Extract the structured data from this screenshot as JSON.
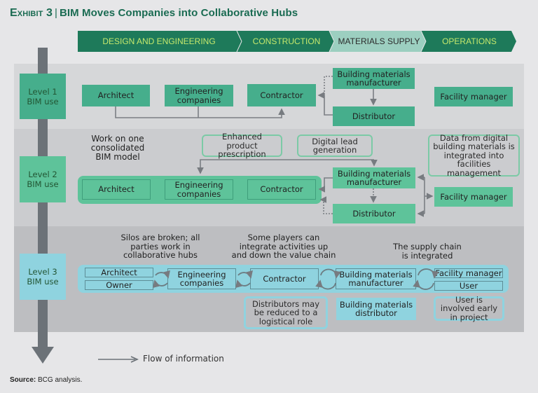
{
  "title": {
    "exhibit": "Exhibit 3",
    "separator": "|",
    "text": "BIM Moves Companies into Collaborative Hubs"
  },
  "phases": [
    {
      "label": "DESIGN AND ENGINEERING",
      "color": "#1e7a5a"
    },
    {
      "label": "CONSTRUCTION",
      "color": "#1e7a5a"
    },
    {
      "label": "MATERIALS SUPPLY",
      "color": "#9ccfc0"
    },
    {
      "label": "OPERATIONS",
      "color": "#1e7a5a"
    }
  ],
  "level1": {
    "label": "Level 1\nBIM use",
    "architect": "Architect",
    "engineering": "Engineering companies",
    "contractor": "Contractor",
    "manufacturer": "Building materials manufacturer",
    "distributor": "Distributor",
    "facility": "Facility manager"
  },
  "level2": {
    "label": "Level 2\nBIM use",
    "caption": "Work on one consolidated BIM model",
    "note_prescription": "Enhanced product prescription",
    "note_lead": "Digital lead generation",
    "note_data": "Data from digital building materials is integrated into facilities management",
    "architect": "Architect",
    "engineering": "Engineering companies",
    "contractor": "Contractor",
    "manufacturer": "Building materials manufacturer",
    "distributor": "Distributor",
    "facility": "Facility manager"
  },
  "level3": {
    "label": "Level 3\nBIM use",
    "caption_silos": "Silos are broken; all parties work in collaborative hubs",
    "caption_players": "Some players can integrate activities up and down the value chain",
    "caption_supply": "The supply chain is integrated",
    "architect": "Architect",
    "owner": "Owner",
    "engineering": "Engineering companies",
    "contractor": "Contractor",
    "manufacturer": "Building materials manufacturer",
    "facility": "Facility manager",
    "user": "User",
    "note_distributors": "Distributors may be reduced to a logistical role",
    "distributor": "Building materials distributor",
    "note_user": "User is involved early in project"
  },
  "legend": {
    "flow": "Flow of information"
  },
  "source": {
    "label": "Source:",
    "text": "BCG analysis."
  },
  "colors": {
    "title": "#1a6b52",
    "phase_dark": "#1e7a5a",
    "phase_light": "#9ccfc0",
    "level1_box": "#46ae8c",
    "level2_box": "#5ec39a",
    "level3_box": "#8fd3df",
    "spine": "#6c7278"
  }
}
